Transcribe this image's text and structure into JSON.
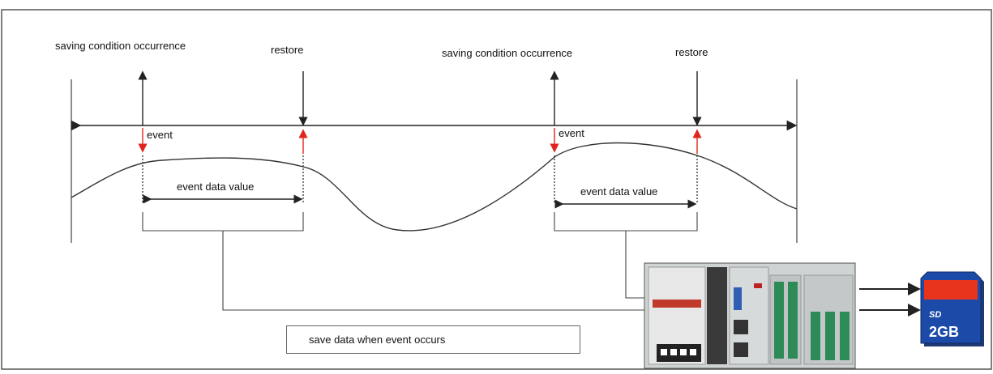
{
  "labels": {
    "saving_condition_1": "saving condition occurrence",
    "restore_1": "restore",
    "saving_condition_2": "saving condition occurrence",
    "restore_2": "restore",
    "event_1": "event",
    "event_2": "event",
    "event_data_value_1": "event data value",
    "event_data_value_2": "event data value"
  },
  "save_box": {
    "text": "save data when event occurs"
  },
  "sd_card": {
    "capacity": "2GB",
    "brand": "SD"
  },
  "colors": {
    "line": "#222222",
    "event_arrow": "#e0261c",
    "card_red": "#e8341c",
    "card_blue": "#1c4aa8"
  }
}
